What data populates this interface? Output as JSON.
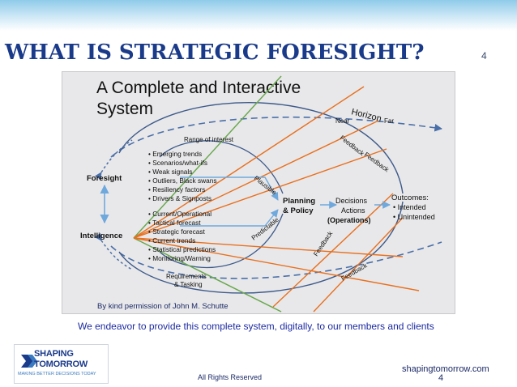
{
  "slide": {
    "title": "WHAT IS STRATEGIC FORESIGHT?",
    "number": "4",
    "permission": "By kind permission of John M. Schutte",
    "subcaption": "We endeavor to provide this complete system, digitally, to our members and clients",
    "website": "shapingtomorrow.com",
    "footer_number": "4",
    "rights": "All Rights Reserved"
  },
  "logo": {
    "line1": "SHAPING",
    "line2": "TOMORROW",
    "tagline": "MAKING BETTER DECISIONS TODAY"
  },
  "diagram": {
    "title_line1": "A Complete and Interactive",
    "title_line2": "System",
    "horizon": "Horizon",
    "near": "Near",
    "far": "Far",
    "range": "Range of interest",
    "foresight": "Foresight",
    "intelligence": "Intelligence",
    "foresight_items": [
      "Emerging trends",
      "Scenarios/what-ifs",
      "Weak signals",
      "Outliers, Black swans",
      "Resiliency factors",
      "Drivers & Signposts"
    ],
    "intelligence_items": [
      "Current/Operational",
      "Tactical forecast",
      "Strategic forecast",
      "Current trends",
      "Statistical predictions",
      "Monitoring/Warning"
    ],
    "planning_line1": "Planning",
    "planning_line2": "& Policy",
    "decisions": "Decisions",
    "actions": "Actions",
    "operations": "(Operations)",
    "outcomes": "Outcomes:",
    "outcome_items": [
      "Intended",
      "Unintended"
    ],
    "plausible": "Plausible",
    "predictable": "Predictable",
    "feedback": "Feedback",
    "req_line1": "Requirements",
    "req_line2": "& Tasking",
    "colors": {
      "orange": "#e8701f",
      "green": "#6aa84f",
      "blue": "#3d5a8a",
      "dash": "#4a6fa8",
      "arrow": "#6fa8dc"
    }
  }
}
